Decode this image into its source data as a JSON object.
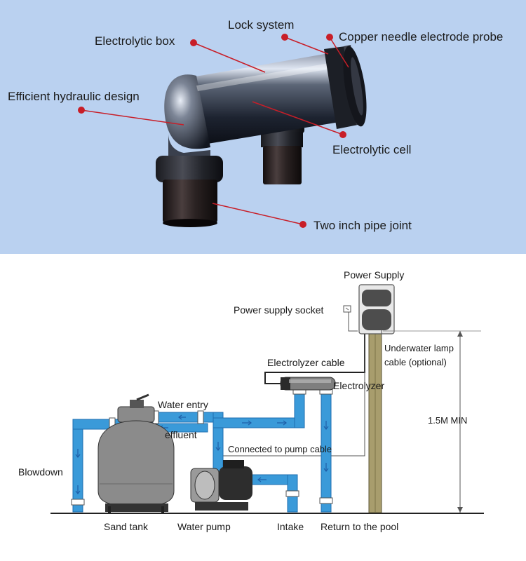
{
  "photo": {
    "callouts": {
      "lock_system": "Lock system",
      "electrolytic_box": "Electrolytic box",
      "copper_probe": "Copper needle electrode probe",
      "hydraulic_design": "Efficient hydraulic design",
      "electrolytic_cell": "Electrolytic cell",
      "pipe_joint": "Two inch pipe joint"
    },
    "colors": {
      "background": "#bad1f0",
      "callout_dot": "#c81e28",
      "callout_line": "#c81e28"
    }
  },
  "diagram": {
    "labels": {
      "power_supply": "Power Supply",
      "power_socket": "Power supply socket",
      "underwater_lamp": "Underwater lamp",
      "lamp_cable": "cable (optional)",
      "electrolyzer_cable": "Electrolyzer cable",
      "electrolyzer": "Electrolyzer",
      "water_entry": "Water entry",
      "effluent": "effluent",
      "connected_pump_cable": "Connected to pump cable",
      "height": "1.5M MIN",
      "blowdown": "Blowdown",
      "sand_tank": "Sand tank",
      "water_pump": "Water pump",
      "intake": "Intake",
      "return_pool": "Return to the pool"
    },
    "colors": {
      "pipe": "#3a9ad9",
      "arrow": "#1e5fa8",
      "ground": "#222222"
    }
  }
}
